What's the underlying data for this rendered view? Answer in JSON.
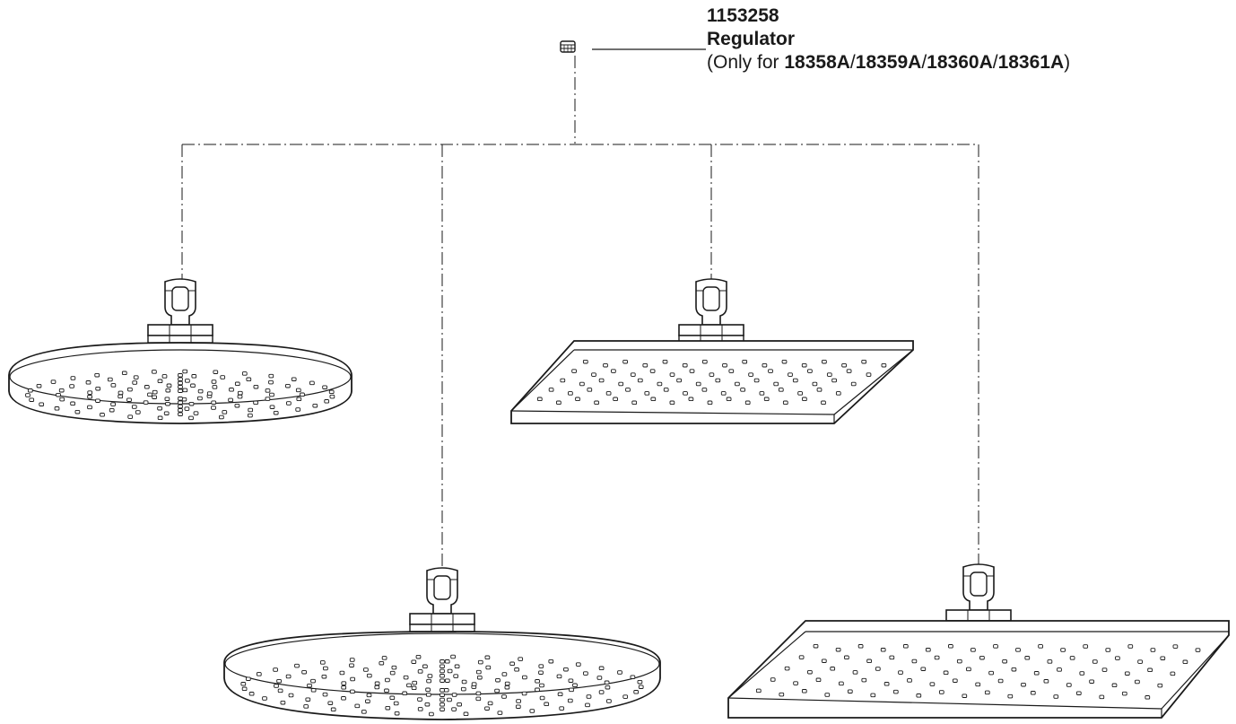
{
  "callout": {
    "part_number": "1153258",
    "part_name": "Regulator",
    "note_prefix": "(Only for ",
    "models": [
      "18358A",
      "18359A",
      "18360A",
      "18361A"
    ],
    "separator": "/",
    "note_suffix": ")"
  },
  "colors": {
    "stroke": "#1a1a1a",
    "background": "#ffffff"
  },
  "icons": {
    "regulator": "regulator-icon",
    "round_showerhead": "round-showerhead-icon",
    "square_showerhead": "square-showerhead-icon"
  }
}
